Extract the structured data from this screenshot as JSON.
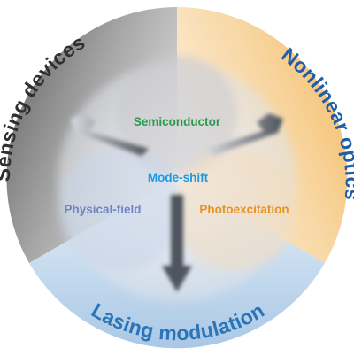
{
  "sectors": {
    "sensing": {
      "label": "Sensing devices",
      "color": "#2f2f2f"
    },
    "nonlinear": {
      "label": "Nonlinear optics",
      "color": "#1f5ea8"
    },
    "lasing": {
      "label": "Lasing modulation",
      "color": "#2a74b8"
    }
  },
  "center": {
    "semiconductor": {
      "label": "Semiconductor",
      "color": "#2a9a4f"
    },
    "mode_shift": {
      "label": "Mode-shift",
      "color": "#1e9be0"
    },
    "physical_field": {
      "label": "Physical-field",
      "color": "#6f86c2"
    },
    "photoexcitation": {
      "label": "Photoexcitation",
      "color": "#e8921f"
    }
  },
  "colors": {
    "sensing_fill": "#8a8a8a",
    "nonlinear_fill": "#f3c887",
    "lasing_fill": "#b7d2ea",
    "inner_disc": "#e9e9ee",
    "arrow": "#555a63"
  }
}
